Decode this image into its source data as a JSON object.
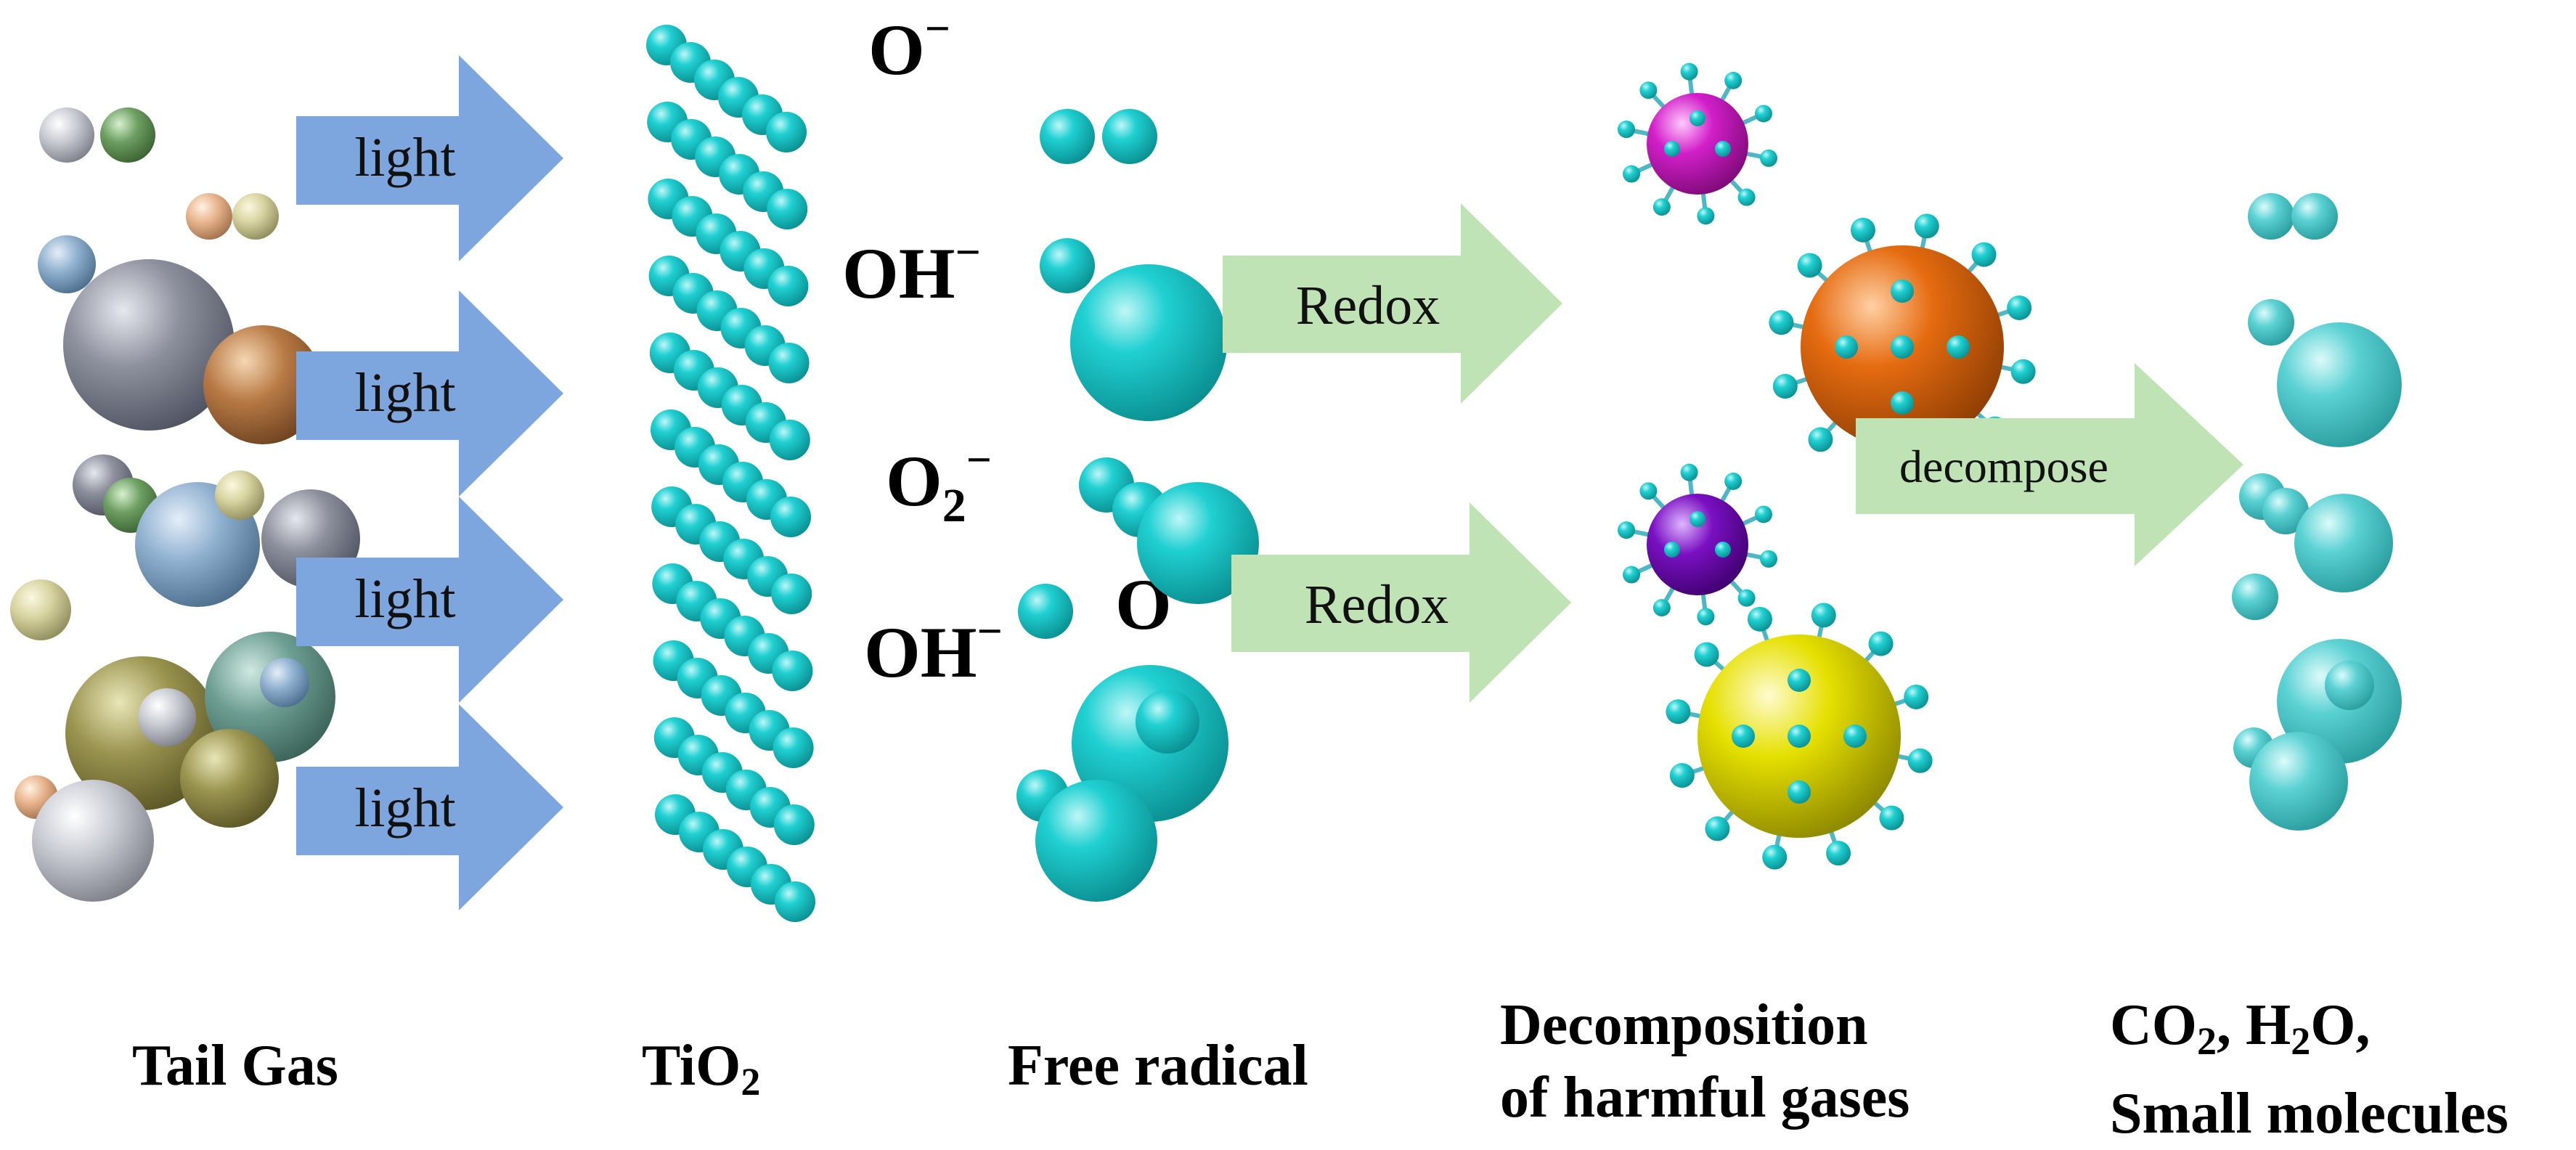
{
  "arrows": {
    "light_label": "light",
    "redox_label": "Redox",
    "decompose_label": "decompose"
  },
  "ions": {
    "o_minus_top": "O",
    "oh_minus_top": "OH",
    "o2_base": "O",
    "o2_sub": "2",
    "o_minus_mid": "O",
    "oh_minus_bottom": "OH",
    "minus": "−"
  },
  "captions": {
    "tail_gas": "Tail Gas",
    "tio2_base": "TiO",
    "tio2_sub": "2",
    "free_radical": "Free radical",
    "decomposition_line1": "Decomposition",
    "decomposition_line2": "of harmful gases",
    "co2_base": "CO",
    "co2_sub": "2",
    "co2_sep": ", H",
    "h2o_sub": "2",
    "h2o_tail": "O,",
    "small_molecules": "Small molecules"
  },
  "colors": {
    "light_arrow": "#7ea6de",
    "green_arrow": "#bfe3b4",
    "tio2_ball": "#18c7c9",
    "product_ball": "#5ad1d3",
    "gas_orange": "#e56b10",
    "gas_yellow": "#e6e000",
    "gas_magenta": "#d21fc9",
    "gas_purple": "#7a10c2"
  }
}
